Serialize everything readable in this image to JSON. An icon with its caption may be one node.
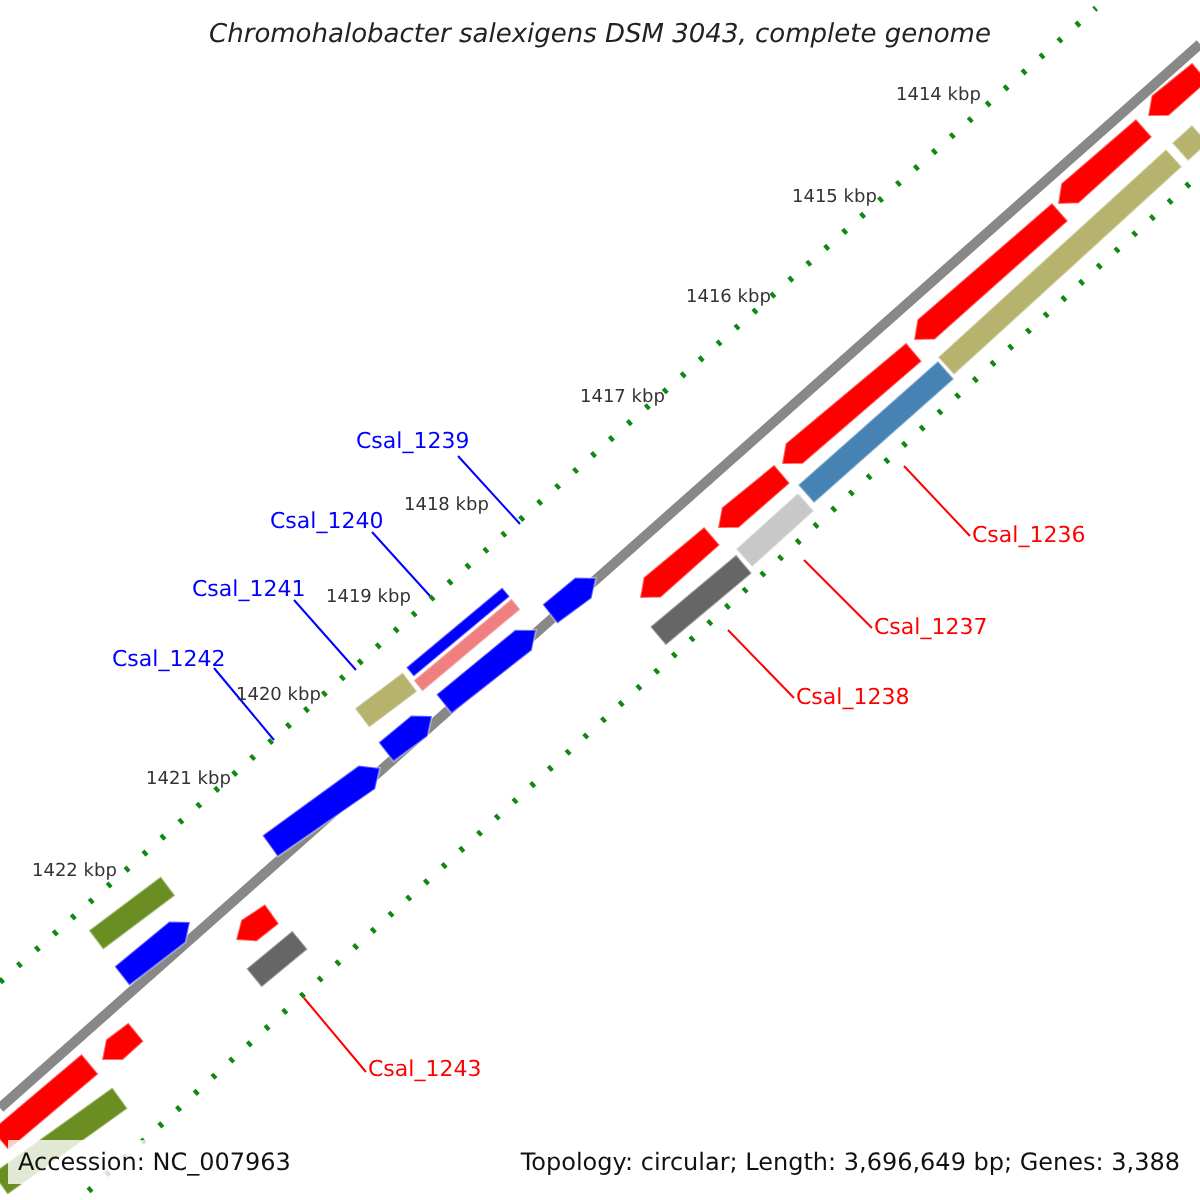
{
  "diagram": {
    "title": "Chromohalobacter salexigens DSM 3043, complete genome",
    "nodes": [
      {
        "text": [
          "Csal_1239"
        ]
      },
      {
        "text": [
          "Csal_1240"
        ]
      },
      {
        "text": [
          "Csal_1241"
        ]
      },
      {
        "text": [
          "Csal_1242"
        ]
      },
      {
        "text": [
          "Csal_1236"
        ]
      },
      {
        "text": [
          "Csal_1237"
        ]
      },
      {
        "text": [
          "Csal_1238"
        ]
      },
      {
        "text": [
          "Csal_1243"
        ]
      }
    ],
    "edges": [
      {
        "from": 0,
        "to": null,
        "arrow": "none",
        "color": "#0000ff"
      },
      {
        "from": 1,
        "to": null,
        "arrow": "none",
        "color": "#0000ff"
      },
      {
        "from": 2,
        "to": null,
        "arrow": "none",
        "color": "#0000ff"
      },
      {
        "from": 3,
        "to": null,
        "arrow": "none",
        "color": "#0000ff"
      },
      {
        "from": 4,
        "to": null,
        "arrow": "none",
        "color": "#ff0000"
      },
      {
        "from": 5,
        "to": null,
        "arrow": "none",
        "color": "#ff0000"
      },
      {
        "from": 6,
        "to": null,
        "arrow": "none",
        "color": "#ff0000"
      },
      {
        "from": 7,
        "to": null,
        "arrow": "none",
        "color": "#ff0000"
      }
    ],
    "labels": [
      "1414 kbp",
      "1415 kbp",
      "1416 kbp",
      "1417 kbp",
      "1418 kbp",
      "1419 kbp",
      "1420 kbp",
      "1421 kbp",
      "1422 kbp",
      "Accession: NC_007963",
      "Topology: circular; Length: 3,696,649 bp; Genes: 3,388"
    ]
  }
}
